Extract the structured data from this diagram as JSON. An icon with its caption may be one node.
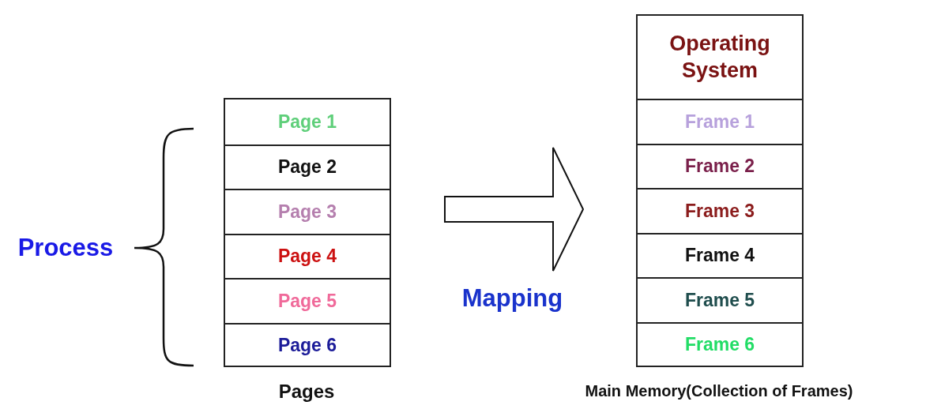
{
  "diagram": {
    "nodes": [
      {
        "text": [],
        "shape": "box",
        "beside": [
          "Pages"
        ]
      },
      {
        "text": [
          "Page 1"
        ],
        "in": 0
      },
      {
        "text": [
          "Page 2"
        ],
        "in": 0
      },
      {
        "text": [
          "Page 3"
        ],
        "in": 0
      },
      {
        "text": [
          "Page 4"
        ],
        "in": 0
      },
      {
        "text": [
          "Page 5"
        ],
        "in": 0
      },
      {
        "text": [
          "Page 6"
        ],
        "in": 0
      },
      {
        "text": [],
        "shape": "box",
        "beside": [
          "Main Memory(Collection of Frames)"
        ]
      },
      {
        "text": [
          "Operating System"
        ],
        "in": 7
      },
      {
        "text": [
          "Frame 1"
        ],
        "in": 7
      },
      {
        "text": [
          "Frame 2"
        ],
        "in": 7
      },
      {
        "text": [
          "Frame 3"
        ],
        "in": 7
      },
      {
        "text": [
          "Frame 4"
        ],
        "in": 7
      },
      {
        "text": [
          "Frame 5"
        ],
        "in": 7
      },
      {
        "text": [
          "Frame 6"
        ],
        "in": 7
      }
    ],
    "edges": [
      {
        "from": 0,
        "to": 7,
        "arrow": "to",
        "label": "Mapping"
      }
    ],
    "labels": [
      "Process"
    ]
  }
}
